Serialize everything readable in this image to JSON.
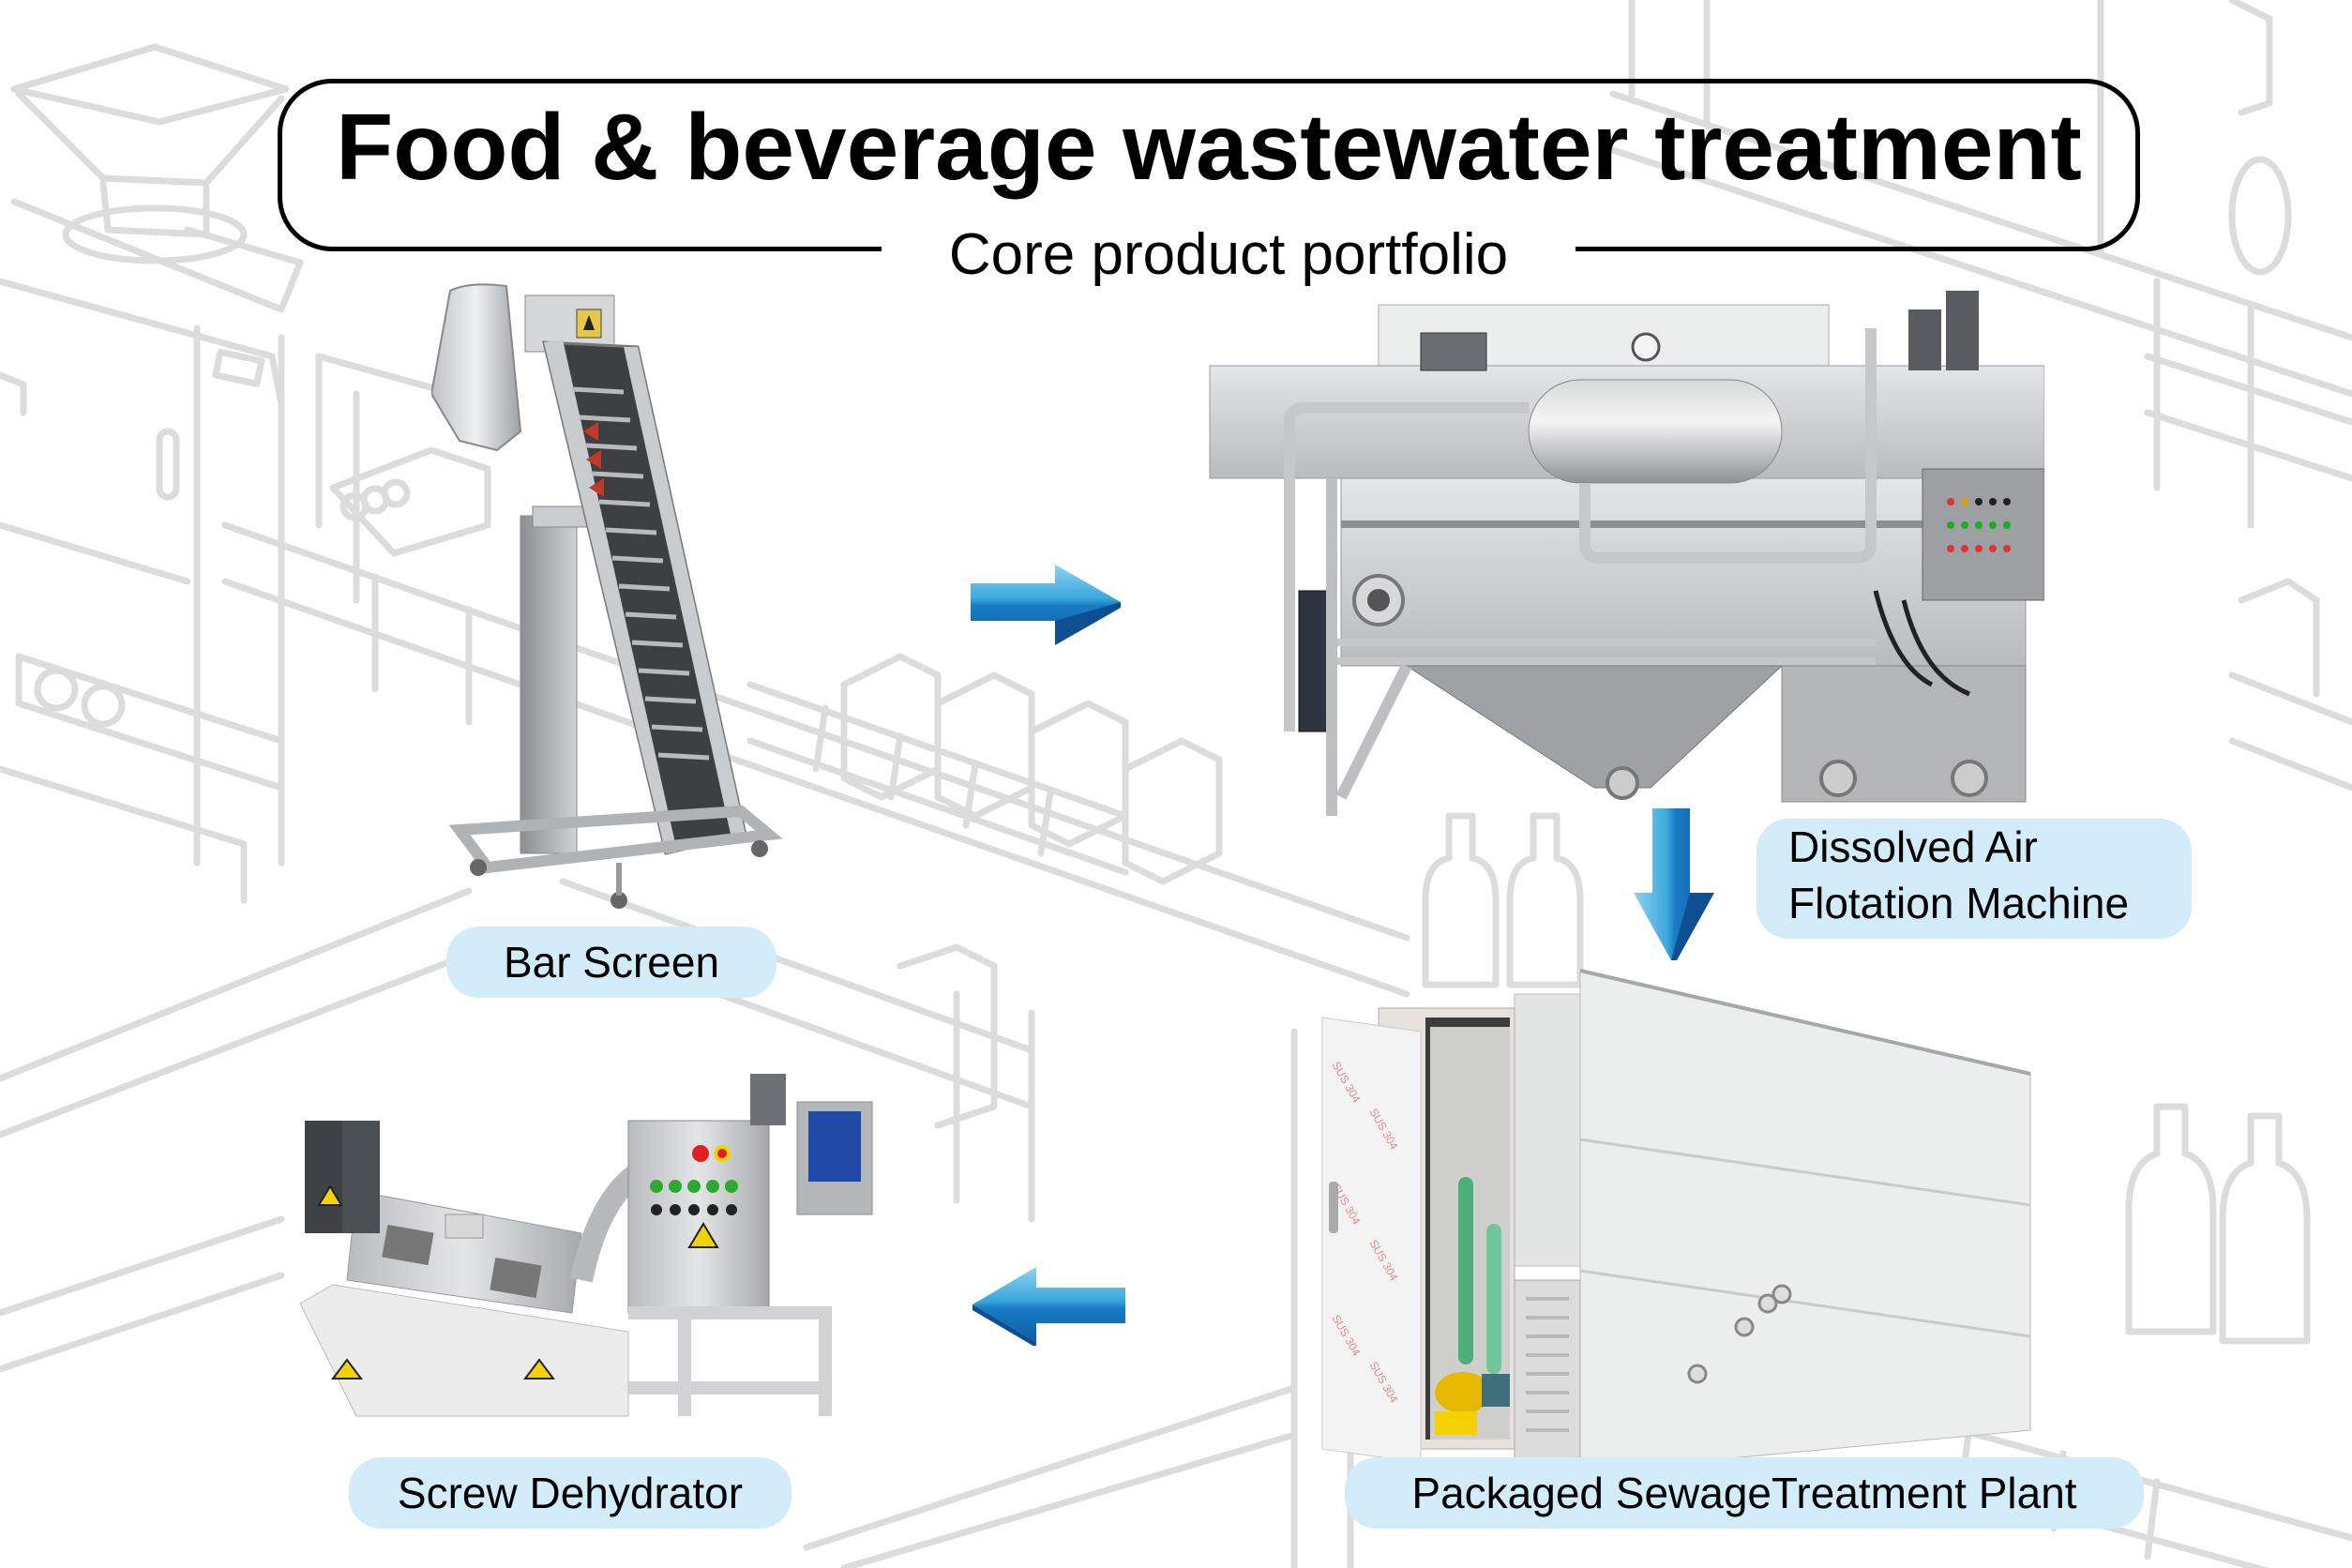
{
  "header": {
    "title": "Food & beverage wastewater treatment",
    "subtitle": "Core product portfolio"
  },
  "products": [
    {
      "id": "bar-screen",
      "label": "Bar Screen"
    },
    {
      "id": "daf",
      "label_line1": "Dissolved Air",
      "label_line2": "Flotation Machine"
    },
    {
      "id": "stp",
      "label": "Packaged SewageTreatment Plant"
    },
    {
      "id": "screw",
      "label": "Screw Dehydrator"
    }
  ],
  "flow": [
    {
      "from": "Bar Screen",
      "to": "Dissolved Air Flotation Machine",
      "direction": "right"
    },
    {
      "from": "Dissolved Air Flotation Machine",
      "to": "Packaged SewageTreatment Plant",
      "direction": "down"
    },
    {
      "from": "Packaged SewageTreatment Plant",
      "to": "Screw Dehydrator",
      "direction": "left"
    }
  ],
  "colors": {
    "label_bg": "#d3ecfa",
    "arrow_light": "#5ec4ec",
    "arrow_dark": "#0d5fa8",
    "background_lineart": "#dcdcdc"
  }
}
